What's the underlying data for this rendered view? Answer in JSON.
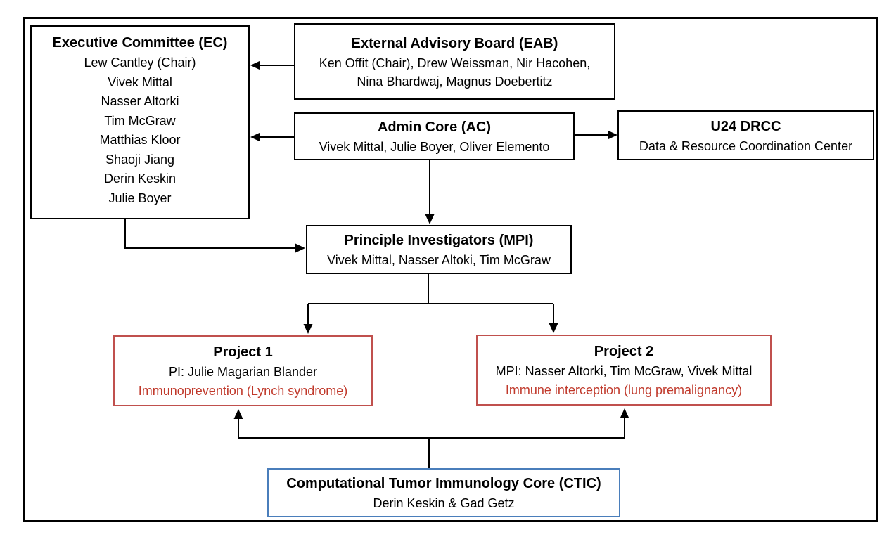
{
  "colors": {
    "frame_border": "#000000",
    "default_box_border": "#000000",
    "project_box_border": "#c0504d",
    "project_focus_text": "#c0392b",
    "ctic_box_border": "#4a7ebb",
    "arrow": "#000000",
    "background": "#ffffff"
  },
  "boxes": {
    "ec": {
      "title": "Executive Committee (EC)",
      "members": [
        "Lew Cantley (Chair)",
        "Vivek Mittal",
        "Nasser Altorki",
        "Tim McGraw",
        "Matthias Kloor",
        "Shaoji Jiang",
        "Derin Keskin",
        "Julie Boyer"
      ]
    },
    "eab": {
      "title": "External Advisory Board (EAB)",
      "members_line1": "Ken Offit (Chair), Drew Weissman, Nir Hacohen,",
      "members_line2": "Nina Bhardwaj, Magnus Doebertitz"
    },
    "ac": {
      "title": "Admin Core (AC)",
      "members": "Vivek Mittal, Julie Boyer, Oliver Elemento"
    },
    "drcc": {
      "title": "U24 DRCC",
      "subtitle": "Data & Resource Coordination Center"
    },
    "mpi": {
      "title": "Principle Investigators (MPI)",
      "members": "Vivek Mittal, Nasser Altoki, Tim McGraw"
    },
    "project1": {
      "title": "Project 1",
      "pi_line": "PI: Julie Magarian Blander",
      "focus_line": "Immunoprevention (Lynch syndrome)"
    },
    "project2": {
      "title": "Project 2",
      "pi_line": "MPI: Nasser Altorki, Tim McGraw, Vivek Mittal",
      "focus_line": "Immune interception (lung premalignancy)"
    },
    "ctic": {
      "title": "Computational Tumor Immunology Core (CTIC)",
      "members": "Derin Keskin & Gad Getz"
    }
  }
}
